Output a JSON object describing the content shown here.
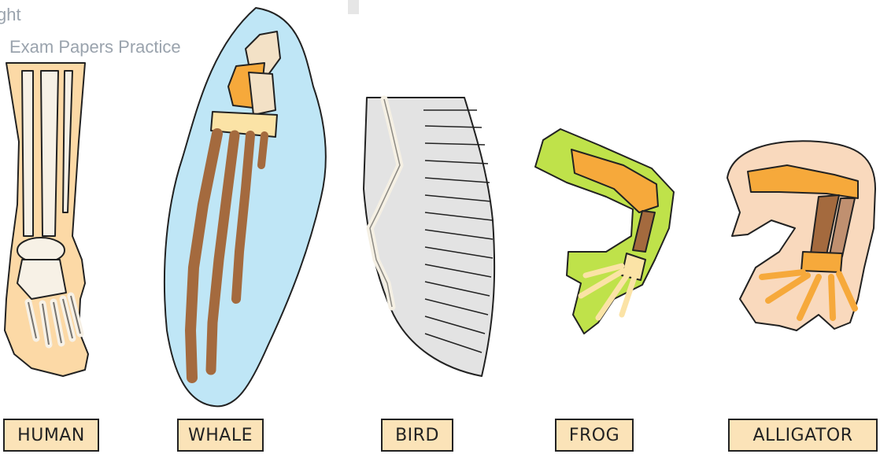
{
  "watermark": {
    "line1": "ght",
    "line2": "Exam Papers Practice"
  },
  "limbs": [
    {
      "label": "HUMAN"
    },
    {
      "label": "WHALE"
    },
    {
      "label": "BIRD"
    },
    {
      "label": "FROG"
    },
    {
      "label": "ALLIGATOR"
    }
  ],
  "colors": {
    "skin_human": "#fcd9a6",
    "whale_flipper": "#bfe6f6",
    "bird_wing": "#e3e3e3",
    "frog_skin": "#bfe24a",
    "alligator_skin": "#f9d9bd",
    "humerus": "#f6a93b",
    "radius_ulna": "#a46a3e",
    "carpals": "#fbe3a6",
    "label_bg": "#fbe3b8"
  }
}
